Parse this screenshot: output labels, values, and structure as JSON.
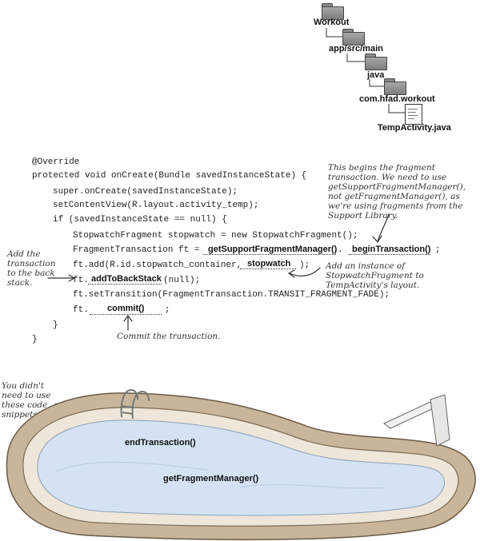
{
  "folders": {
    "workout": "Workout",
    "app_src_main": "app/src/main",
    "java": "java",
    "package": "com.hfad.workout",
    "file": "TempActivity.java",
    "file_icon": "java-file-icon"
  },
  "code": {
    "l1": "@Override",
    "l2": "protected void onCreate(Bundle savedInstanceState) {",
    "l3": "super.onCreate(savedInstanceState);",
    "l4": "setContentView(R.layout.activity_temp);",
    "l5": "if (savedInstanceState == null) {",
    "l6": "StopwatchFragment stopwatch = new StopwatchFragment();",
    "l7a": "FragmentTransaction ft =",
    "l7b": ".",
    "l7c": ";",
    "l8a": "ft.add(R.id.stopwatch_container,",
    "l8b": ");",
    "l9a": "ft.",
    "l9b": "(null);",
    "l10": "ft.setTransition(FragmentTransaction.TRANSIT_FRAGMENT_FADE);",
    "l11a": "ft.",
    "l11b": ";",
    "l12": "}",
    "l13": "}"
  },
  "answers": {
    "get_support": "getSupportFragmentManager()",
    "begin": "beginTransaction()",
    "stopwatch": "stopwatch",
    "add_to_back": "addToBackStack",
    "commit": "commit()"
  },
  "notes": {
    "begin_note": "This begins the fragment transaction. We need to use getSupportFragmentManager(), not getFragmentManager(), as we're using fragments from the Support Library.",
    "add_note": "Add an instance of StopwatchFragment to TempActivity's layout.",
    "back_note": "Add the transaction to the back stack.",
    "commit_note": "Commit the transaction.",
    "pool_note": "You didn't need to use these code snippets."
  },
  "pool": {
    "snippet1": "endTransaction()",
    "snippet2": "getFragmentManager()"
  }
}
